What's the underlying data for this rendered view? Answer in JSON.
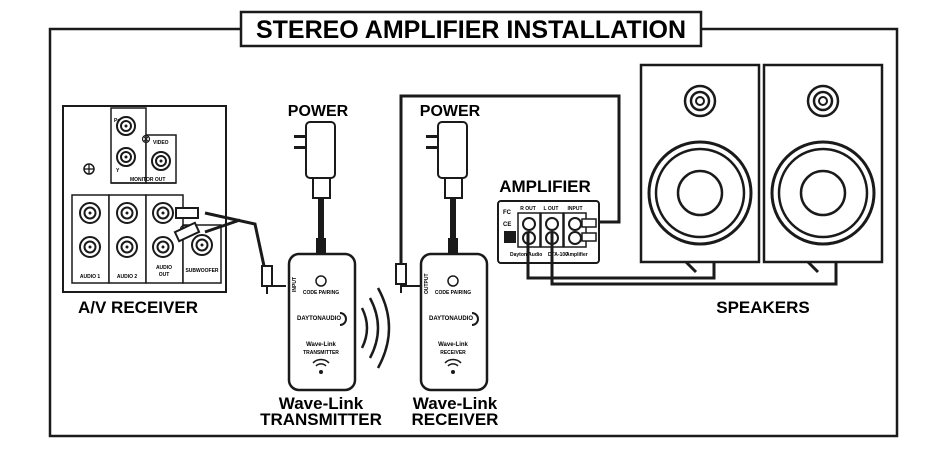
{
  "diagram": {
    "title": "STEREO AMPLIFIER INSTALLATION",
    "receiver": {
      "label": "A/V RECEIVER",
      "monitor_out": "MONITOR OUT",
      "video": "VIDEO",
      "pr": "Pr",
      "y": "Y",
      "audio1": "AUDIO 1",
      "audio2": "AUDIO 2",
      "audio_out_line1": "AUDIO",
      "audio_out_line2": "OUT",
      "subwoofer": "SUBWOOFER"
    },
    "power_left": "POWER",
    "power_right": "POWER",
    "amplifier": {
      "label": "AMPLIFIER",
      "r_out": "R OUT",
      "l_out": "L OUT",
      "input": "INPUT",
      "brand": "Dayton Audio",
      "model": "DTA-100",
      "type": "Amplifier"
    },
    "speakers_label": "SPEAKERS",
    "transmitter": {
      "port": "INPUT",
      "code_pairing": "CODE PAIRING",
      "brand": "DAYTONAUDIO",
      "product": "Wave-Link",
      "mode": "TRANSMITTER",
      "caption_line1": "Wave-Link",
      "caption_line2": "TRANSMITTER"
    },
    "receiver_unit": {
      "port": "OUTPUT",
      "code_pairing": "CODE PAIRING",
      "brand": "DAYTONAUDIO",
      "product": "Wave-Link",
      "mode": "RECEIVER",
      "caption_line1": "Wave-Link",
      "caption_line2": "RECEIVER"
    },
    "icons": [
      "power-adapter-icon",
      "wireless-signal-icon",
      "rca-jack-icon",
      "speaker-cone-icon",
      "tweeter-icon"
    ]
  }
}
